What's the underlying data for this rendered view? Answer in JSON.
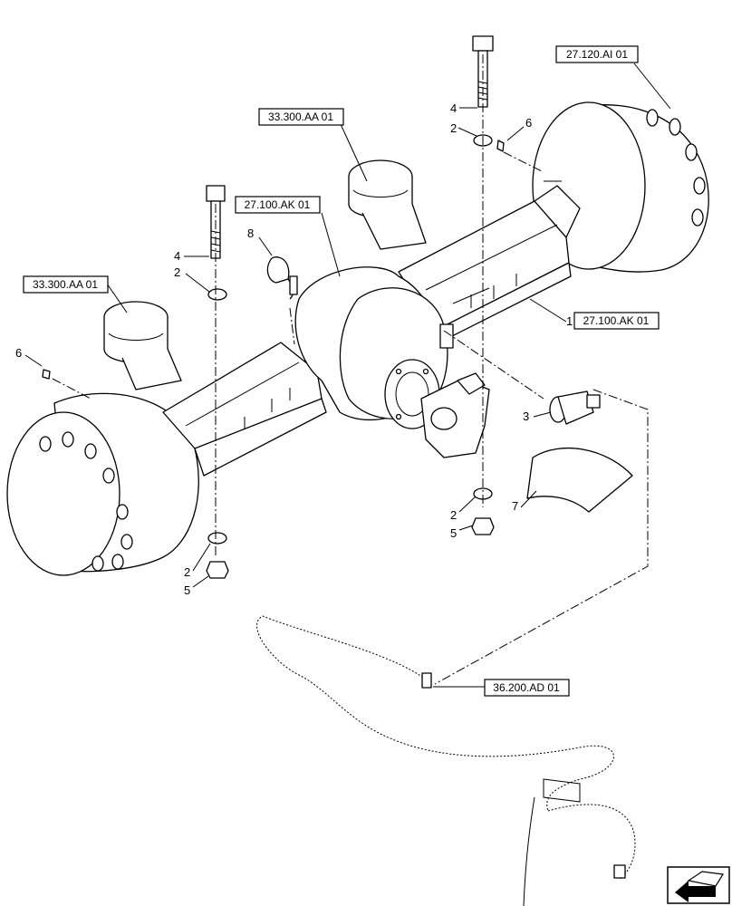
{
  "references": {
    "hub_right": "27.120.AI 01",
    "pivot_right": "33.300.AA 01",
    "axle_center": "27.100.AK 01",
    "pivot_left": "33.300.AA 01",
    "axle_side": "27.100.AK 01",
    "hose": "36.200.AD 01"
  },
  "callouts": {
    "bolt_right": "4",
    "washer_right_top": "2",
    "fitting_right": "6",
    "bolt_left": "4",
    "washer_left_top": "2",
    "clip": "8",
    "fitting_left": "6",
    "axle": "1",
    "sensor": "3",
    "shield": "7",
    "washer_right_bottom": "2",
    "nut_right_bottom": "5",
    "washer_left_bottom": "2",
    "nut_left_bottom": "5"
  },
  "icons": {
    "corner": "navigation-arrow-icon"
  }
}
